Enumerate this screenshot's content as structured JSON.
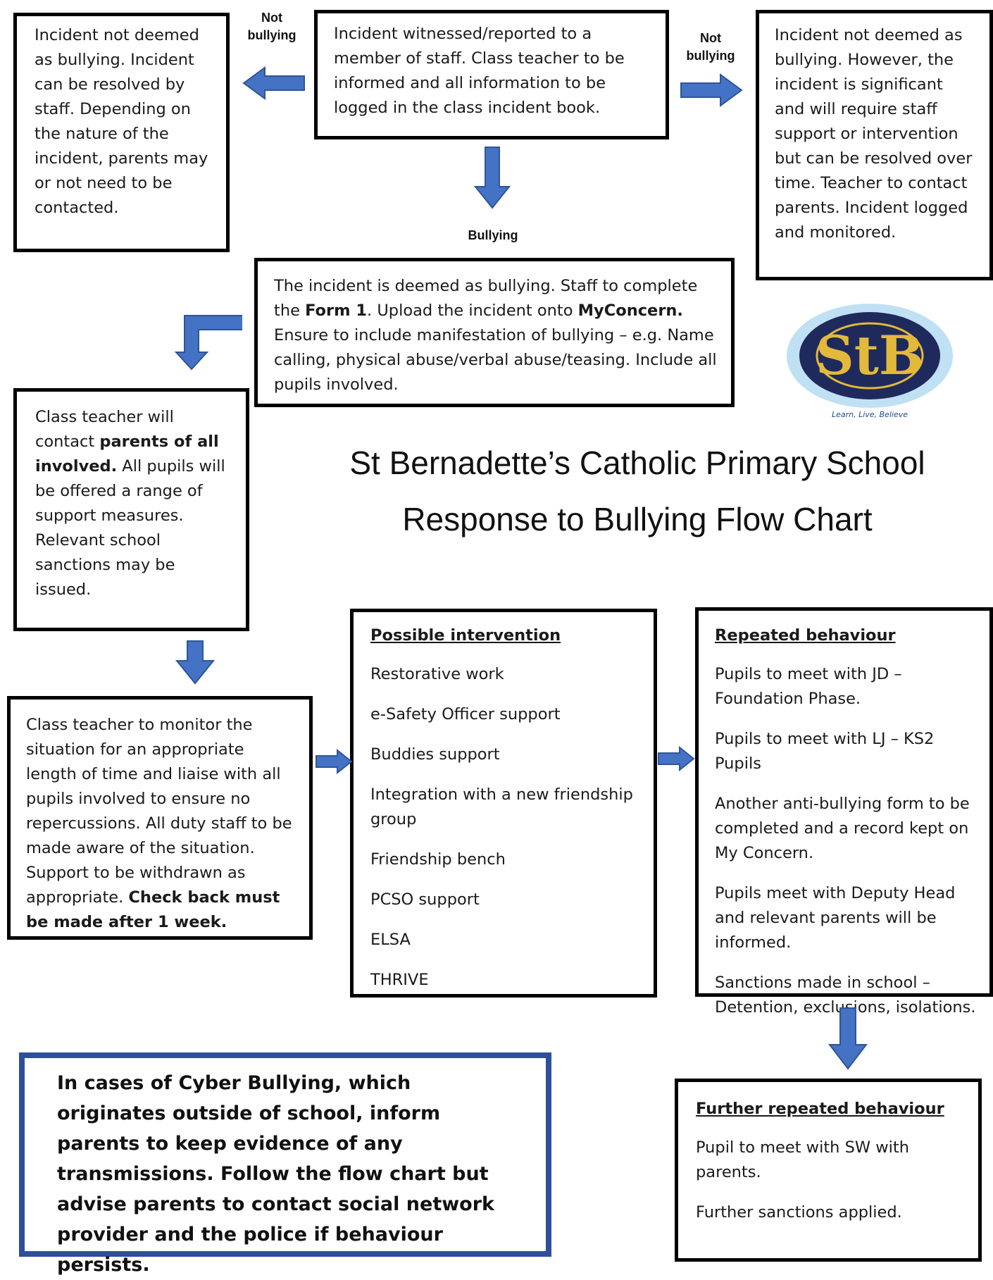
{
  "title_line1": "St Bernadette’s Catholic Primary School",
  "title_line2": "Response to Bullying Flow Chart",
  "labels": {
    "not_bullying_left": "Not bullying",
    "not_bullying_right": "Not bullying",
    "bullying": "Bullying"
  },
  "start_box": "Incident witnessed/reported to a member of staff.  Class teacher to be informed and all information to be logged in the class incident book.",
  "left_box": "Incident not deemed as bullying. Incident can be resolved by staff. Depending on the nature of the incident, parents may or not need to be contacted.",
  "right_box": "Incident not deemed as bullying. However, the incident is significant and will require staff support or intervention but can be resolved over time. Teacher to contact parents. Incident logged and monitored.",
  "bullying_box": {
    "part1": "The incident is deemed as bullying. Staff to complete the ",
    "form": "Form 1",
    "part2": ". Upload the incident onto ",
    "myconcern": "MyConcern.",
    "part3": " Ensure to include manifestation of bullying – e.g. Name calling, physical abuse/verbal abuse/teasing. Include all pupils involved."
  },
  "contact_box": {
    "part1": "Class teacher will contact ",
    "bold": "parents of all involved.",
    "part2": " All pupils will be offered a range of support measures. Relevant school sanctions may be issued."
  },
  "monitor_box": {
    "part1": "Class teacher to monitor the situation for an appropriate length of time and liaise with all pupils involved to ensure no repercussions. All duty staff to be made aware of the situation. Support to be withdrawn as appropriate. ",
    "bold": "Check back must be made after 1 week."
  },
  "intervention": {
    "heading": "Possible intervention",
    "items": [
      "Restorative work",
      "e-Safety Officer support",
      "Buddies support",
      "Integration with a new friendship group",
      "Friendship bench",
      "PCSO support",
      "ELSA",
      "THRIVE"
    ]
  },
  "repeated": {
    "heading": "Repeated behaviour",
    "items": [
      "Pupils to meet with JD – Foundation Phase.",
      "Pupils to meet with LJ – KS2 Pupils",
      "Another anti-bullying form to be completed and a record kept on My Concern.",
      "Pupils meet with Deputy Head and relevant parents will be informed.",
      "Sanctions made in school – Detention, exclusions, isolations."
    ]
  },
  "further": {
    "heading": "Further repeated behaviour",
    "items": [
      "Pupil to meet with SW with parents.",
      "Further sanctions applied."
    ]
  },
  "cyber": "In cases of Cyber Bullying, which originates outside of school, inform parents to keep evidence of any transmissions. Follow the flow chart but advise parents to contact social network provider and the police if behaviour persists.",
  "logo": {
    "letters": "StB",
    "motto": "Learn, Live, Believe"
  },
  "colors": {
    "arrow_fill": "#4472c4",
    "arrow_stroke": "#2f5597",
    "cyber_border": "#2e4f9a",
    "logo_navy": "#1f2a5c",
    "logo_gold": "#e3b93b",
    "logo_sky": "#bfe1f3"
  }
}
